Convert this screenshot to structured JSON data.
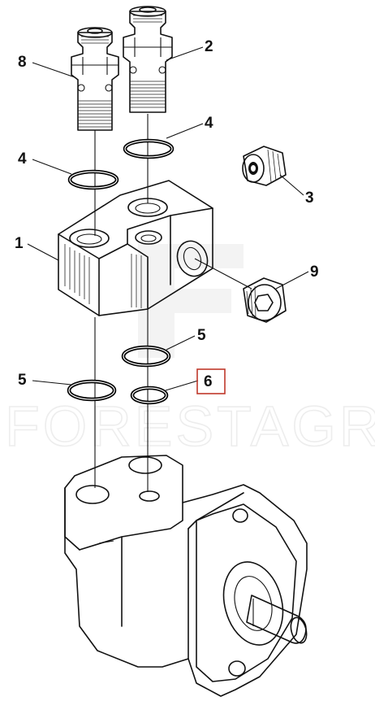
{
  "callouts": [
    {
      "id": "1",
      "label": "1"
    },
    {
      "id": "2",
      "label": "2"
    },
    {
      "id": "3",
      "label": "3"
    },
    {
      "id": "4a",
      "label": "4"
    },
    {
      "id": "4b",
      "label": "4"
    },
    {
      "id": "5a",
      "label": "5"
    },
    {
      "id": "5b",
      "label": "5"
    },
    {
      "id": "6",
      "label": "6",
      "highlighted": true
    },
    {
      "id": "8",
      "label": "8"
    },
    {
      "id": "9",
      "label": "9"
    }
  ],
  "watermark": {
    "text": "FORESTAGRI"
  },
  "colors": {
    "line": "#111111",
    "highlight_box": "#c0392b",
    "watermark": "#ededed"
  }
}
